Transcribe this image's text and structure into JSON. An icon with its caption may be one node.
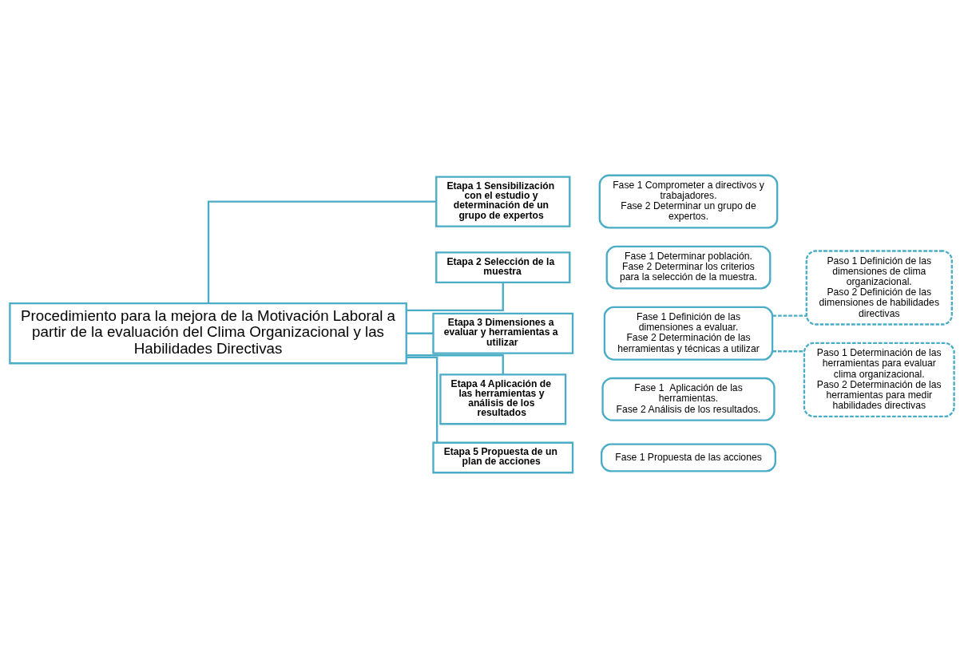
{
  "diagram": {
    "nodes": [
      {
        "text": [
          "Procedimiento para la mejora de la Motivación Laboral a partir de la evaluación del Clima Organizacional y las Habilidades Directivas"
        ]
      },
      {
        "text": [
          "Etapa 1 Sensibilización con el estudio y determinación de un grupo de expertos"
        ]
      },
      {
        "text": [
          "Fase 1 Comprometer a directivos y trabajadores.",
          "Fase 2 Determinar un grupo de expertos."
        ]
      },
      {
        "text": [
          "Etapa 2 Selección de la muestra"
        ]
      },
      {
        "text": [
          "Fase 1 Determinar población.",
          "Fase 2 Determinar los criterios para la selección de la muestra."
        ]
      },
      {
        "text": [
          "Paso 1 Definición de las dimensiones de clima organizacional.",
          "Paso 2 Definición de las dimensiones de habilidades directivas"
        ]
      },
      {
        "text": [
          "Etapa 3 Dimensiones a evaluar y herramientas a utilizar"
        ]
      },
      {
        "text": [
          "Fase 1 Definición de las dimensiones a evaluar.",
          "Fase 2 Determinación de las herramientas y técnicas a utilizar"
        ]
      },
      {
        "text": [
          "Paso 1 Determinación de las herramientas para evaluar clima organizacional.",
          "Paso 2 Determinación de las herramientas para medir habilidades directivas"
        ]
      },
      {
        "text": [
          "Etapa 4 Aplicación de las herramientas y análisis de los resultados"
        ]
      },
      {
        "text": [
          "Fase 1  Aplicación de las herramientas.",
          "Fase 2 Análisis de los resultados."
        ]
      },
      {
        "text": [
          "Etapa 5 Propuesta de un plan de acciones"
        ]
      },
      {
        "text": [
          "Fase 1 Propuesta de las acciones"
        ]
      }
    ],
    "edges": [
      {
        "from": 0,
        "to": 1,
        "arrow": "none"
      },
      {
        "from": 0,
        "to": 3,
        "arrow": "none"
      },
      {
        "from": 0,
        "to": 6,
        "arrow": "none"
      },
      {
        "from": 0,
        "to": 9,
        "arrow": "none"
      },
      {
        "from": 0,
        "to": 11,
        "arrow": "none"
      },
      {
        "from": 7,
        "to": 5,
        "arrow": "none",
        "style": "dashed"
      },
      {
        "from": 7,
        "to": 8,
        "arrow": "none",
        "style": "dashed"
      }
    ]
  }
}
